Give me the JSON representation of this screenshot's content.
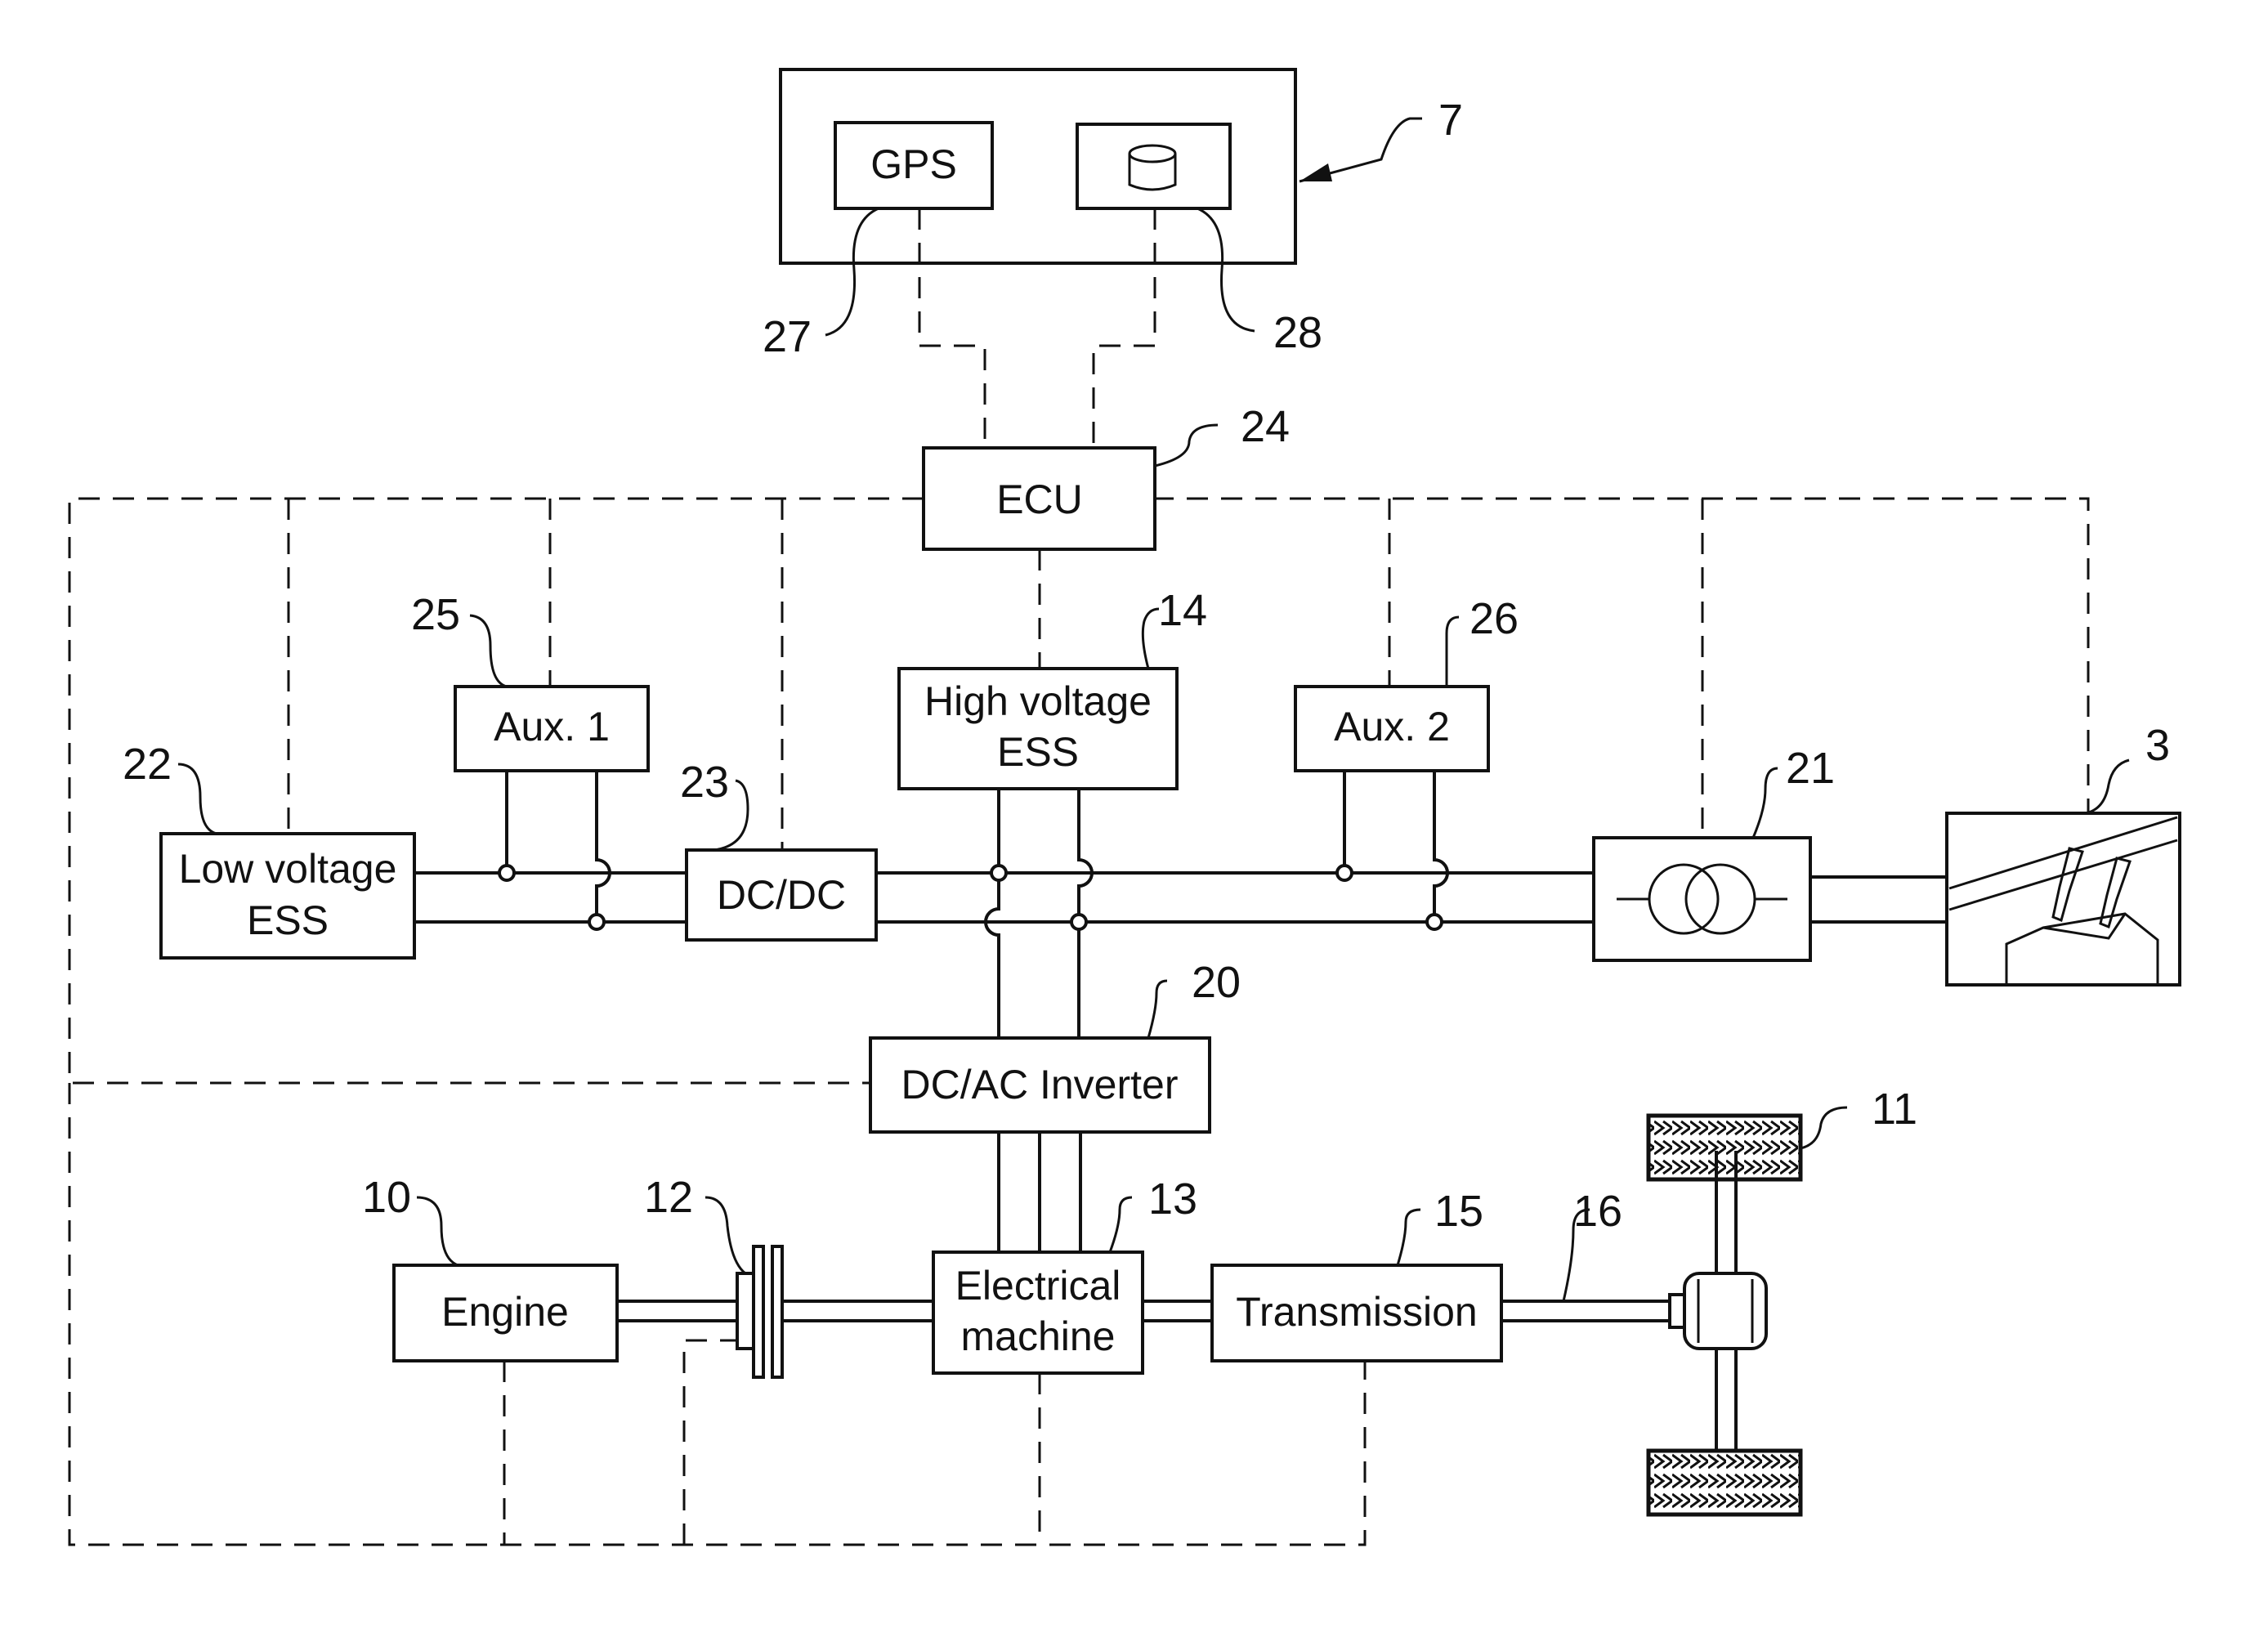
{
  "blocks": {
    "gps": "GPS",
    "ecu": "ECU",
    "aux1": "Aux. 1",
    "aux2": "Aux. 2",
    "hv_ess_line1": "High voltage",
    "hv_ess_line2": "ESS",
    "lv_ess_line1": "Low voltage",
    "lv_ess_line2": "ESS",
    "dcdc": "DC/DC",
    "inverter": "DC/AC Inverter",
    "engine": "Engine",
    "em_line1": "Electrical",
    "em_line2": "machine",
    "transmission": "Transmission"
  },
  "refs": {
    "r7": "7",
    "r27": "27",
    "r28": "28",
    "r24": "24",
    "r25": "25",
    "r14": "14",
    "r26": "26",
    "r22": "22",
    "r23": "23",
    "r21": "21",
    "r3": "3",
    "r20": "20",
    "r11": "11",
    "r10": "10",
    "r12": "12",
    "r13": "13",
    "r15": "15",
    "r16": "16"
  },
  "icons": {
    "database": "database-icon",
    "transformer": "transformer-icon",
    "pedals": "pedals-icon",
    "wheel": "wheel-icon",
    "clutch": "clutch-icon",
    "differential": "differential-icon"
  }
}
